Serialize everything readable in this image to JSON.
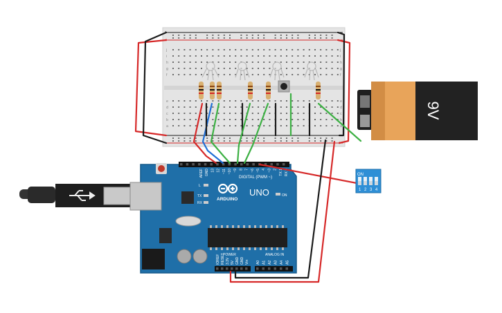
{
  "battery": {
    "label": "9V",
    "body_color": "#e8a45a",
    "cap_color": "#1f1f1f"
  },
  "arduino": {
    "model": "UNO",
    "brand": "ARDUINO",
    "digital_header": "DIGITAL (PWM ~)",
    "power_header": "POWER",
    "analog_header": "ANALOG IN",
    "led_on": "ON",
    "led_l": "L",
    "led_tx": "TX",
    "led_rx": "RX",
    "board_color": "#1f6fa8",
    "digital_pins": [
      "AREF",
      "GND",
      "13",
      "12",
      "~11",
      "~10",
      "~9",
      "8",
      "7",
      "~6",
      "~5",
      "4",
      "~3",
      "2",
      "TX 1",
      "RX 0"
    ],
    "power_pins": [
      "IOREF",
      "RESET",
      "3.3V",
      "5V",
      "GND",
      "GND",
      "Vin"
    ],
    "analog_pins": [
      "A0",
      "A1",
      "A2",
      "A3",
      "A4",
      "A5"
    ]
  },
  "dip_switch": {
    "on_label": "ON",
    "numbers": [
      "1",
      "2",
      "3",
      "4"
    ],
    "color": "#2e8fd6"
  },
  "breadboard": {
    "row_letters_top": [
      "j",
      "i",
      "h",
      "g",
      "f"
    ],
    "row_letters_bottom": [
      "e",
      "d",
      "c",
      "b",
      "a"
    ],
    "columns": 30,
    "rail_plus": "+",
    "rail_minus": "-"
  },
  "wire_colors": {
    "red": "#d62828",
    "black": "#1a1a1a",
    "green": "#3cb043",
    "blue": "#1f6fd6"
  }
}
